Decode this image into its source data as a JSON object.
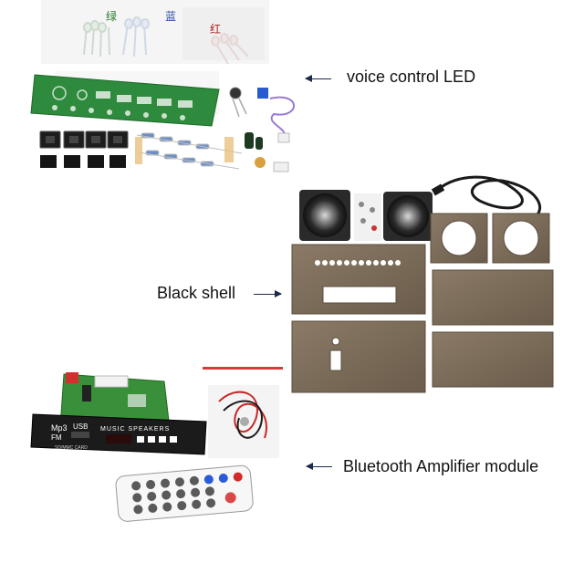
{
  "annotations": {
    "voice_led": "voice control LED",
    "black_shell": "Black shell",
    "bt_module": "Bluetooth Amplifier module"
  },
  "led_bag_chars": [
    "绿",
    "蓝",
    "红"
  ],
  "module_panel": {
    "mp3_text": "Mp3",
    "fm_text": "FM",
    "usb_text": "USB",
    "brand_text": "MUSIC SPEAKERS",
    "card_text": "SD/MMC CARD"
  },
  "colors": {
    "pcb_green": "#2e8a3c",
    "acrylic_brown": "#7a6a58",
    "panel_black": "#1b1b1b",
    "arrow": "#1a2a4a",
    "remote_blue": "#2b5bd7",
    "remote_red": "#d62828"
  }
}
